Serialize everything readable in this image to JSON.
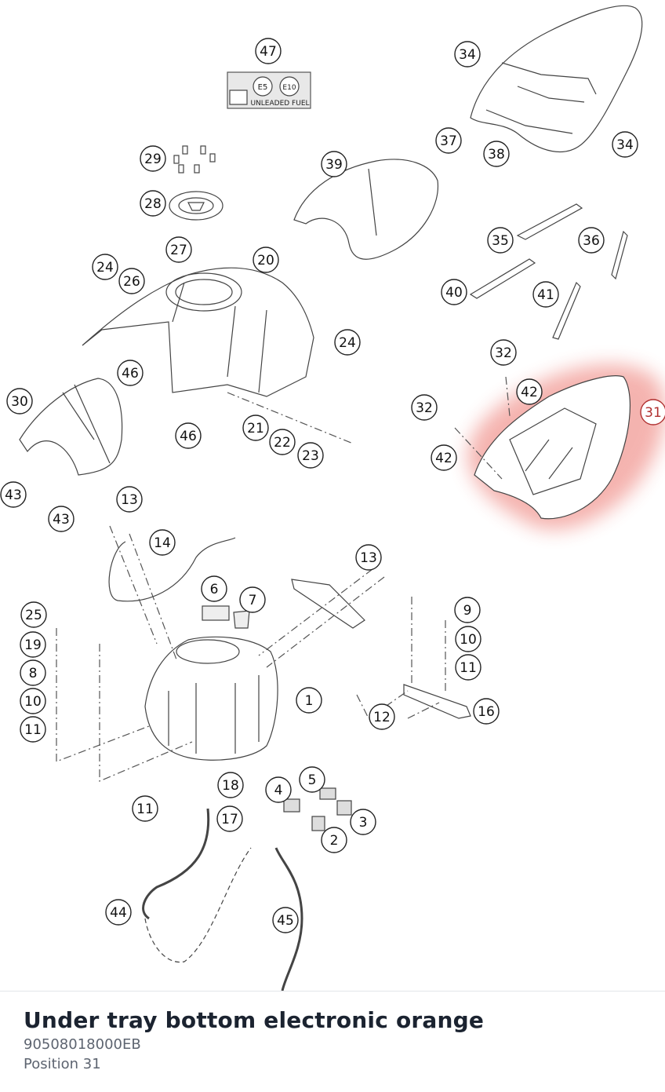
{
  "labels": [
    {
      "id": "c47",
      "text": "47"
    },
    {
      "id": "c34a",
      "text": "34"
    },
    {
      "id": "c34b",
      "text": "34"
    },
    {
      "id": "c37",
      "text": "37"
    },
    {
      "id": "c38",
      "text": "38"
    },
    {
      "id": "c29",
      "text": "29"
    },
    {
      "id": "c28",
      "text": "28"
    },
    {
      "id": "c39",
      "text": "39"
    },
    {
      "id": "c35",
      "text": "35"
    },
    {
      "id": "c36",
      "text": "36"
    },
    {
      "id": "c27",
      "text": "27"
    },
    {
      "id": "c24a",
      "text": "24"
    },
    {
      "id": "c26",
      "text": "26"
    },
    {
      "id": "c20",
      "text": "20"
    },
    {
      "id": "c40",
      "text": "40"
    },
    {
      "id": "c41",
      "text": "41"
    },
    {
      "id": "c24b",
      "text": "24"
    },
    {
      "id": "c32a",
      "text": "32"
    },
    {
      "id": "c42a",
      "text": "42"
    },
    {
      "id": "c46a",
      "text": "46"
    },
    {
      "id": "c30",
      "text": "30"
    },
    {
      "id": "c32b",
      "text": "32"
    },
    {
      "id": "c31",
      "text": "31",
      "highlight": true
    },
    {
      "id": "c21",
      "text": "21"
    },
    {
      "id": "c46b",
      "text": "46"
    },
    {
      "id": "c22",
      "text": "22"
    },
    {
      "id": "c42b",
      "text": "42"
    },
    {
      "id": "c23",
      "text": "23"
    },
    {
      "id": "c43a",
      "text": "43"
    },
    {
      "id": "c13a",
      "text": "13"
    },
    {
      "id": "c43b",
      "text": "43"
    },
    {
      "id": "c14",
      "text": "14"
    },
    {
      "id": "c13b",
      "text": "13"
    },
    {
      "id": "c6",
      "text": "6"
    },
    {
      "id": "c7",
      "text": "7"
    },
    {
      "id": "c25",
      "text": "25"
    },
    {
      "id": "c9",
      "text": "9"
    },
    {
      "id": "c19",
      "text": "19"
    },
    {
      "id": "c10a",
      "text": "10"
    },
    {
      "id": "c8",
      "text": "8"
    },
    {
      "id": "c11a",
      "text": "11"
    },
    {
      "id": "c10b",
      "text": "10"
    },
    {
      "id": "c1",
      "text": "1"
    },
    {
      "id": "c11b",
      "text": "11"
    },
    {
      "id": "c12",
      "text": "12"
    },
    {
      "id": "c16",
      "text": "16"
    },
    {
      "id": "c18",
      "text": "18"
    },
    {
      "id": "c5",
      "text": "5"
    },
    {
      "id": "c4",
      "text": "4"
    },
    {
      "id": "c11c",
      "text": "11"
    },
    {
      "id": "c17",
      "text": "17"
    },
    {
      "id": "c3",
      "text": "3"
    },
    {
      "id": "c2",
      "text": "2"
    },
    {
      "id": "c44",
      "text": "44"
    },
    {
      "id": "c45",
      "text": "45"
    }
  ],
  "fuel_label": {
    "e5": "E5",
    "e10": "E10",
    "text": "UNLEADED FUEL"
  },
  "highlight_color": "#e8584f",
  "part": {
    "title": "Under tray bottom electronic orange",
    "number": "90508018000EB",
    "position": "Position 31"
  }
}
